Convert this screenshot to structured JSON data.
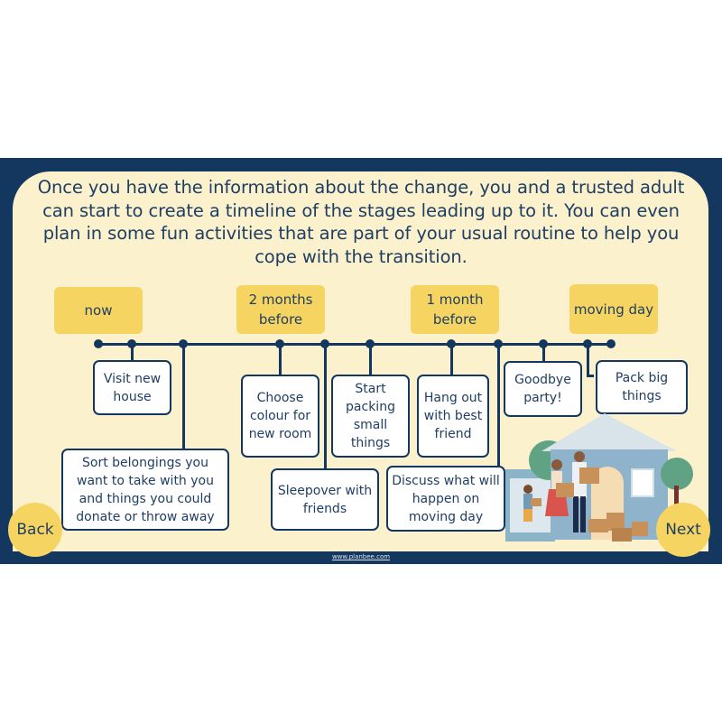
{
  "intro": {
    "text": "Once you have the information about the change, you and a trusted adult can start to create a timeline of the stages leading up to it. You can even plan in some fun activities that are part of your usual routine to help you cope with the transition."
  },
  "stages": [
    {
      "label": "now"
    },
    {
      "label": "2 months before"
    },
    {
      "label": "1 month before"
    },
    {
      "label": "moving day"
    }
  ],
  "activities": [
    {
      "label": "Visit new house"
    },
    {
      "label": "Sort belongings you want to take with you and things you could donate or throw away"
    },
    {
      "label": "Choose colour for new room"
    },
    {
      "label": "Sleepover with friends"
    },
    {
      "label": "Start packing small things"
    },
    {
      "label": "Hang out with best friend"
    },
    {
      "label": "Discuss what will happen on moving day"
    },
    {
      "label": "Goodbye party!"
    },
    {
      "label": "Pack big things"
    }
  ],
  "nav": {
    "back_label": "Back",
    "next_label": "Next"
  },
  "footer": {
    "url": "www.planbee.com"
  },
  "illustration": {
    "description": "family-moving-boxes-house-icon"
  },
  "colors": {
    "frame": "#13375f",
    "panel": "#fbf1cc",
    "accent": "#f5d462",
    "text": "#1f3e63"
  }
}
